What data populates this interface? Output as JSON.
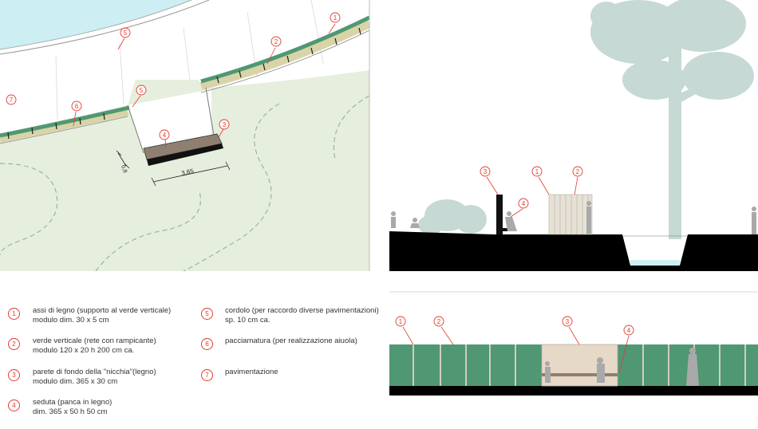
{
  "plan": {
    "callouts": [
      "1",
      "2",
      "3",
      "4",
      "5",
      "5",
      "6",
      "7"
    ],
    "dim_width": "3,65",
    "dim_depth": "0,8"
  },
  "section": {
    "callouts": [
      "3",
      "1",
      "2",
      "4"
    ]
  },
  "elevation": {
    "callouts": [
      "1",
      "2",
      "3",
      "4"
    ]
  },
  "legend": [
    {
      "num": "1",
      "line1": "assi di legno (supporto al verde verticale)",
      "line2": "modulo dim. 30 x 5 cm"
    },
    {
      "num": "2",
      "line1": "verde verticale (rete con rampicante)",
      "line2": "modulo 120 x 20 h 200 cm ca."
    },
    {
      "num": "3",
      "line1": "parete di fondo della \"nicchia\"(legno)",
      "line2": "modulo dim. 365 x 30 cm"
    },
    {
      "num": "4",
      "line1": "seduta (panca in legno)",
      "line2": "dim. 365 x 50 h 50 cm"
    },
    {
      "num": "5",
      "line1": "cordolo (per raccordo diverse pavimentazioni)",
      "line2": "sp. 10 cm ca."
    },
    {
      "num": "6",
      "line1": "pacciamatura (per realizzazione aiuola)",
      "line2": ""
    },
    {
      "num": "7",
      "line1": "pavimentazione",
      "line2": ""
    }
  ],
  "colors": {
    "callout_red": "#e23a2e",
    "lawn": "#e6eedd",
    "water": "#cdeef3",
    "hedge": "#4f9873",
    "wood": "#8f7f70",
    "tree": "#c6d9d4"
  }
}
